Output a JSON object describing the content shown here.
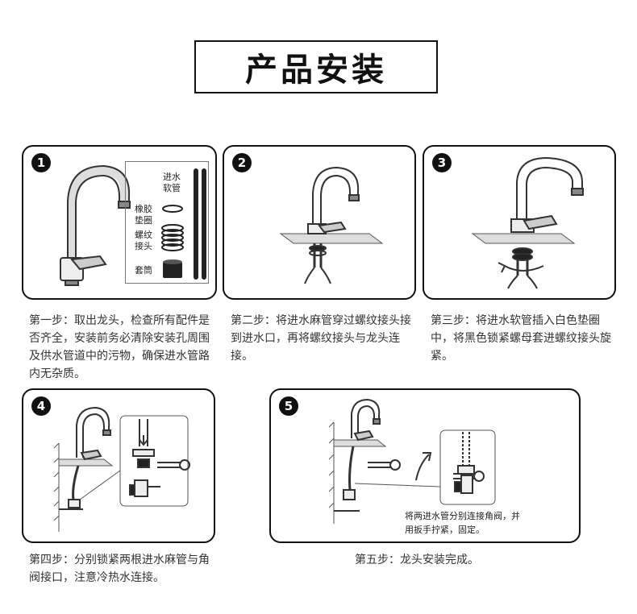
{
  "title": "产品安装",
  "steps": [
    {
      "number": "1",
      "caption": "第一步：取出龙头，检查所有配件是否齐全，安装前务必清除安装孔周围及供水管道中的污物，确保进水管路内无杂质。",
      "parts": {
        "hose": "进水软管",
        "gasket": "橡胶垫圈",
        "thread": "螺纹接头",
        "sleeve": "套筒"
      }
    },
    {
      "number": "2",
      "caption": "第二步：将进水麻管穿过螺纹接头接到进水口，再将螺纹接头与龙头连接。"
    },
    {
      "number": "3",
      "caption": "第三步：将进水软管插入白色垫圈中，将黑色锁紧螺母套进螺纹接头旋紧。"
    },
    {
      "number": "4",
      "caption": "第四步：分别锁紧两根进水麻管与角阀接口，注意冷热水连接。"
    },
    {
      "number": "5",
      "caption": "第五步：龙头安装完成。",
      "note": "将两进水管分别连接角阀，并用扳手拧紧，固定。"
    }
  ]
}
